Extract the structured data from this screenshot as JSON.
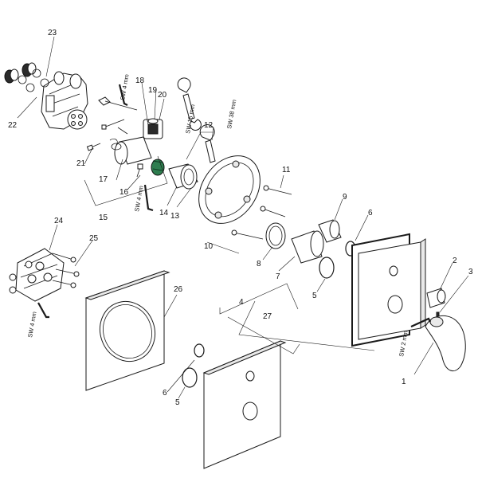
{
  "callouts": {
    "c1": "1",
    "c2": "2",
    "c3": "3",
    "c4": "4",
    "c5a": "5",
    "c5b": "5",
    "c6a": "6",
    "c6b": "6",
    "c7": "7",
    "c8": "8",
    "c9": "9",
    "c10": "10",
    "c11": "11",
    "c12": "12",
    "c13": "13",
    "c14": "14",
    "c15": "15",
    "c16": "16",
    "c17": "17",
    "c18": "18",
    "c19": "19",
    "c20": "20",
    "c21": "21",
    "c22": "22",
    "c23": "23",
    "c24": "24",
    "c25": "25",
    "c26": "26",
    "c27": "27"
  },
  "tools": {
    "sw4_top": "SW 4 mm",
    "sw15": "SW 15 mm",
    "sw38": "SW 38 mm",
    "sw4_mid": "SW 4 mm",
    "sw4_left": "SW 4 mm",
    "sw2": "SW 2 mm"
  },
  "colors": {
    "line": "#1a1a1a",
    "highlight_part": "#2e7d4f"
  }
}
